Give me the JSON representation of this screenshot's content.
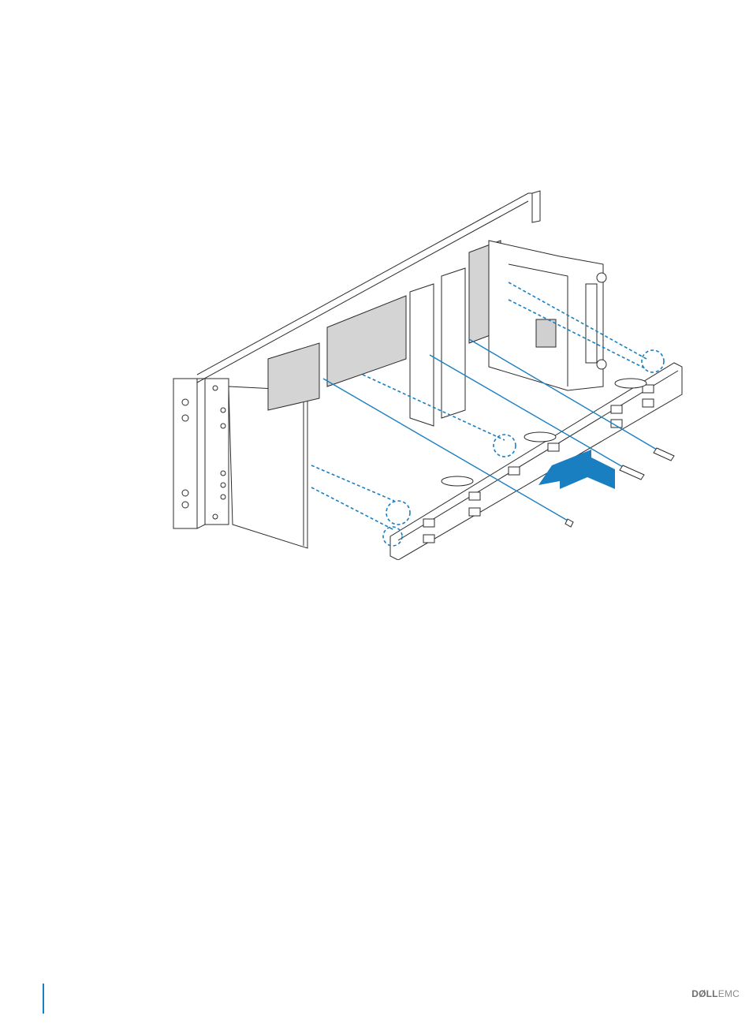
{
  "footer": {
    "logo_dell": "DØLL",
    "logo_emc": "EMC"
  },
  "colors": {
    "page_bar": "#1a7fc1",
    "callout_dashes": "#1a7fc1",
    "arrow": "#1a7fc1",
    "line_art": "#2b2b2b"
  },
  "icons": {
    "illustration": "backplane-install-illustration",
    "logo": "dell-emc-logo"
  }
}
